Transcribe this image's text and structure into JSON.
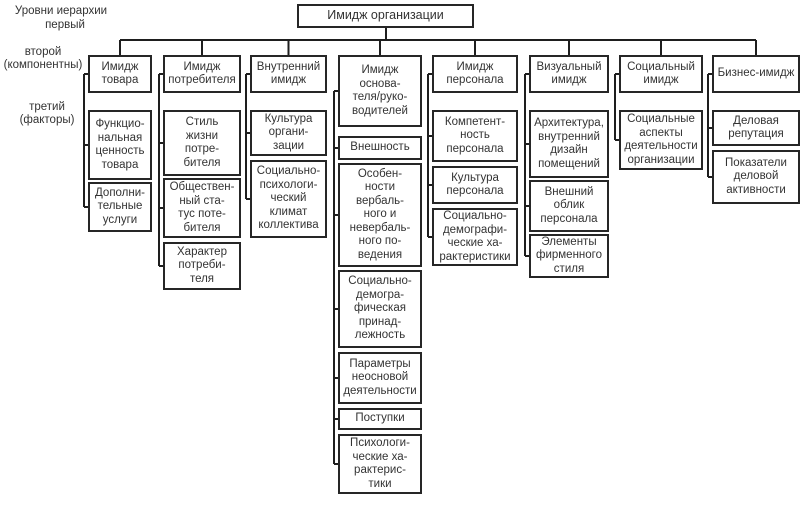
{
  "legend": {
    "title": "Уровни иерархии",
    "level1": "первый",
    "level2": "второй\n(компонентны)",
    "level3": "третий\n(факторы)"
  },
  "root": "Имидж организации",
  "components": [
    {
      "label": "Имидж\nтовара",
      "factors": [
        "Функцио-\nнальная\nценность\nтовара",
        "Дополни-\nтельные\nуслуги"
      ]
    },
    {
      "label": "Имидж\nпотребителя",
      "factors": [
        "Стиль\nжизни\nпотре-\nбителя",
        "Обществен-\nный ста-\nтус поте-\nбителя",
        "Характер\nпотреби-\nтеля"
      ]
    },
    {
      "label": "Внутренний\nимидж",
      "factors": [
        "Культура\nоргани-\nзации",
        "Социально-\nпсихологи-\nческий\nклимат\nколлектива"
      ]
    },
    {
      "label": "Имидж\nоснова-\nтеля/руко-\nводителей",
      "factors": [
        "Внешность",
        "Особен-\nности\nвербаль-\nного и\nневербаль-\nного по-\nведения",
        "Социально-\nдемогра-\nфическая\nпринад-\nлежность",
        "Параметры\nнеосновой\nдеятельности",
        "Поступки",
        "Психологи-\nческие ха-\nрактерис-\nтики"
      ]
    },
    {
      "label": "Имидж\nперсонала",
      "factors": [
        "Компетент-\nность\nперсонала",
        "Культура\nперсонала",
        "Социально-\nдемографи-\nческие ха-\nрактеристики"
      ]
    },
    {
      "label": "Визуальный\nимидж",
      "factors": [
        "Архитектура,\nвнутренний\nдизайн\nпомещений",
        "Внешний\nоблик\nперсонала",
        "Элементы\nфирменного\nстиля"
      ]
    },
    {
      "label": "Социальный\nимидж",
      "factors": [
        "Социальные\nаспекты\nдеятельности\nорганизации"
      ]
    },
    {
      "label": "Бизнес-имидж",
      "factors": [
        "Деловая\nрепутация",
        "Показатели\nделовой\nактивности"
      ]
    }
  ]
}
